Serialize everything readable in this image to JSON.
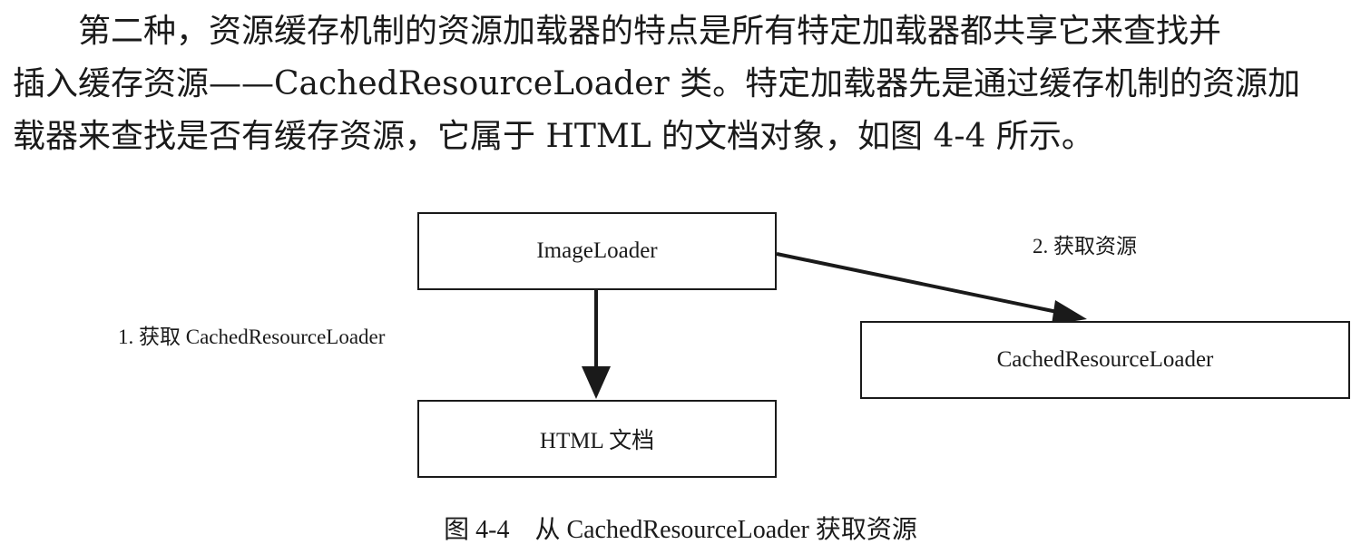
{
  "paragraph": {
    "lines": [
      "第二种，资源缓存机制的资源加载器的特点是所有特定加载器都共享它来查找并",
      "插入缓存资源——CachedResourceLoader 类。特定加载器先是通过缓存机制的资源加",
      "载器来查找是否有缓存资源，它属于 HTML 的文档对象，如图 4-4 所示。"
    ]
  },
  "diagram": {
    "nodes": {
      "image_loader": "ImageLoader",
      "html_document": "HTML 文档",
      "cached_resource_loader": "CachedResourceLoader"
    },
    "edge_labels": {
      "step1": "1. 获取 CachedResourceLoader",
      "step2": "2. 获取资源"
    }
  },
  "caption": "图 4-4    从 CachedResourceLoader 获取资源"
}
